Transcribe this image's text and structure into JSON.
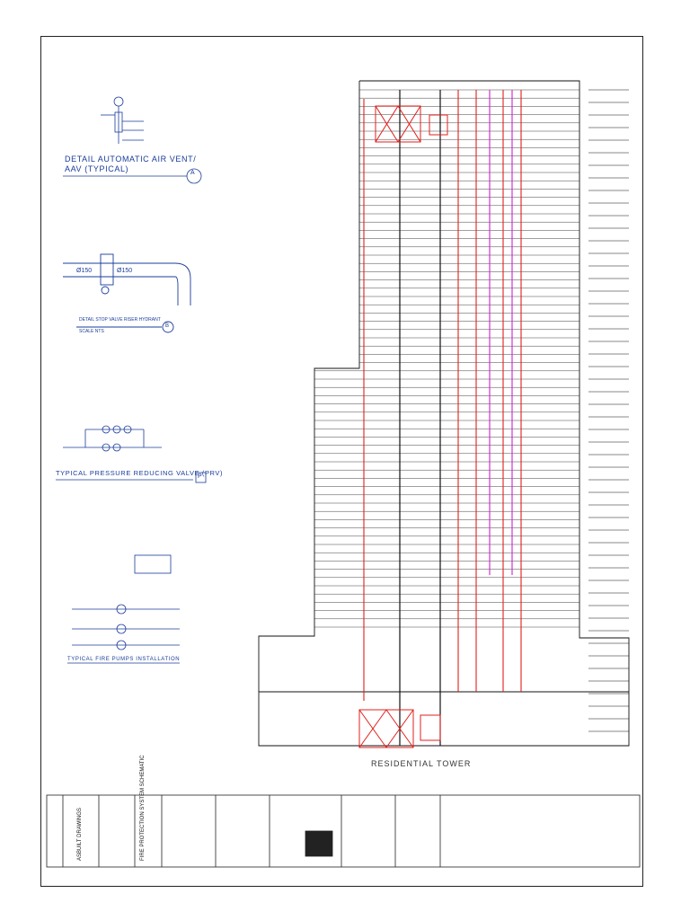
{
  "drawing": {
    "tower_title": "RESIDENTIAL TOWER",
    "details": [
      {
        "title_line1": "DETAIL AUTOMATIC AIR VENT/",
        "title_line2": "AAV (TYPICAL)",
        "marker": "A"
      },
      {
        "title_line1": "DETAIL STOP VALVE RISER HYDRANT",
        "title_line2": "SCALE NTS",
        "marker": "B"
      },
      {
        "title_line1": "TYPICAL PRESSURE REDUCING VALVE (PRV)",
        "marker": "P"
      },
      {
        "title_line1": "TYPICAL FIRE PUMPS INSTALLATION"
      }
    ],
    "pipe_labels": {
      "d150_left": "Ø150",
      "d150_right": "Ø150"
    },
    "colors": {
      "line": "#111111",
      "fire_red": "#e0201c",
      "magenta": "#d21ed2",
      "detail_blue": "#1a3c9a"
    }
  },
  "title_block": {
    "status": "ASBUILT DRAWINGS",
    "drawing_title": "FIRE PROTECTION SYSTEM SCHEMATIC"
  }
}
